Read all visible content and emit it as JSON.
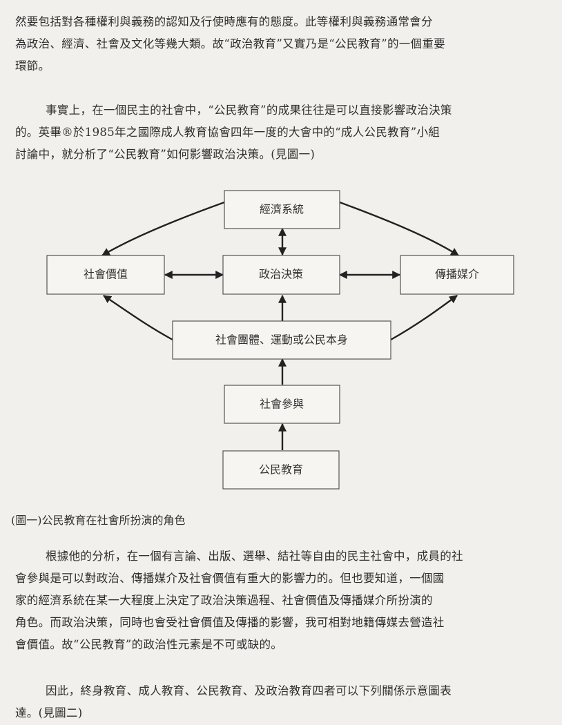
{
  "paragraphs": {
    "p1": [
      "然要包括對各種權利與義務的認知及行使時應有的態度。此等權利與義務通常會分",
      "為政治、經濟、社會及文化等幾大類。故“政治教育”又實乃是“公民教育”的一個重要",
      "環節。"
    ],
    "p2": [
      "事實上，在一個民主的社會中，“公民教育”的成果往往是可以直接影響政治決策",
      "的。英畢®於1985年之國際成人教育協會四年一度的大會中的“成人公民教育”小組",
      "討論中，就分析了“公民教育”如何影響政治決策。(見圖一)"
    ],
    "p3": [
      "根據他的分析，在一個有言論、出版、選舉、結社等自由的民主社會中，成員的社",
      "會參與是可以對政治、傳播媒介及社會價值有重大的影響力的。但也要知道，一個國",
      "家的經濟系統在某一大程度上決定了政治決策過程、社會價值及傳播媒介所扮演的",
      "角色。而政治決策，同時也會受社會價值及傳播的影響，我可相對地籍傳媒去營造社",
      "會價值。故“公民教育”的政治性元素是不可或缺的。"
    ],
    "p4": [
      "因此，終身教育、成人教育、公民教育、及政治教育四者可以下列關係示意圖表",
      "達。(見圖二)"
    ]
  },
  "figure": {
    "caption": "(圖一)公民教育在社會所扮演的角色",
    "nodes": {
      "economic": "經濟系統",
      "social_values": "社會價值",
      "political": "政治決策",
      "media": "傳播媒介",
      "groups": "社會團體、運動或公民本身",
      "participation": "社會參與",
      "civic_edu": "公民教育"
    }
  }
}
